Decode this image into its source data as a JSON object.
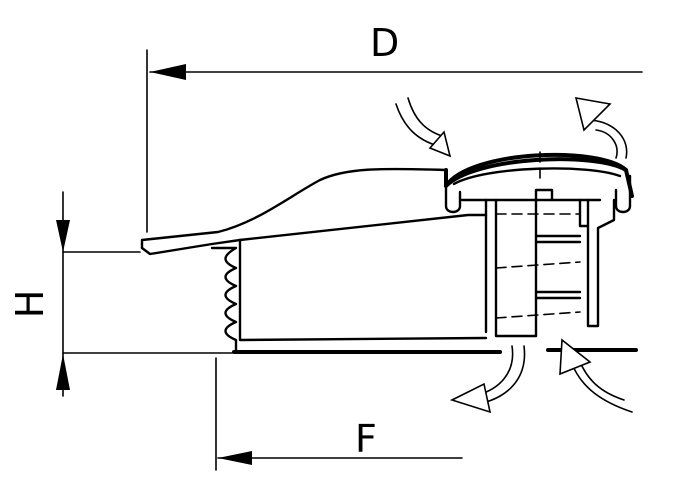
{
  "diagram": {
    "dimensions": {
      "d": "D",
      "h": "H",
      "f": "F"
    },
    "colors": {
      "line": "#000000",
      "background": "#ffffff"
    }
  }
}
